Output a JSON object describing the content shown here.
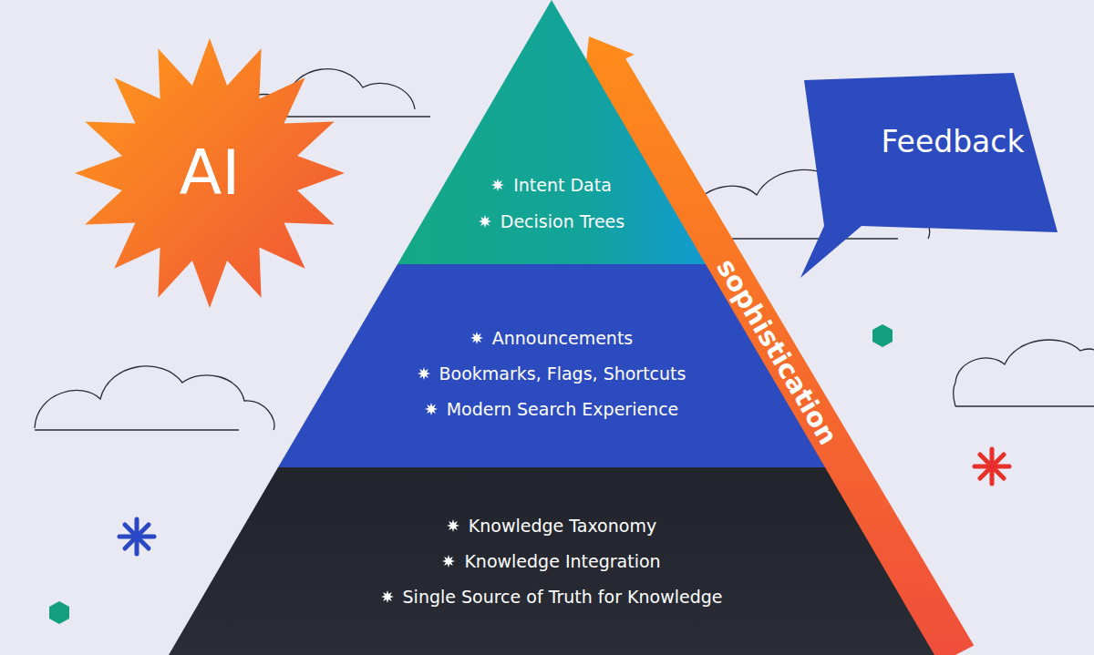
{
  "diagram": {
    "nodes": [
      {
        "text": [
          "AI"
        ]
      },
      {
        "text": [
          "Intent Data",
          "Decision Trees"
        ]
      },
      {
        "text": [
          "Announcements",
          "Bookmarks, Flags, Shortcuts",
          "Modern Search Experience"
        ]
      },
      {
        "text": [
          "Knowledge Taxonomy",
          "Knowledge Integration",
          "Single Source of Truth for Knowledge"
        ]
      },
      {
        "text": [
          "Feedback"
        ]
      }
    ],
    "labels": [
      "sophistication"
    ]
  }
}
